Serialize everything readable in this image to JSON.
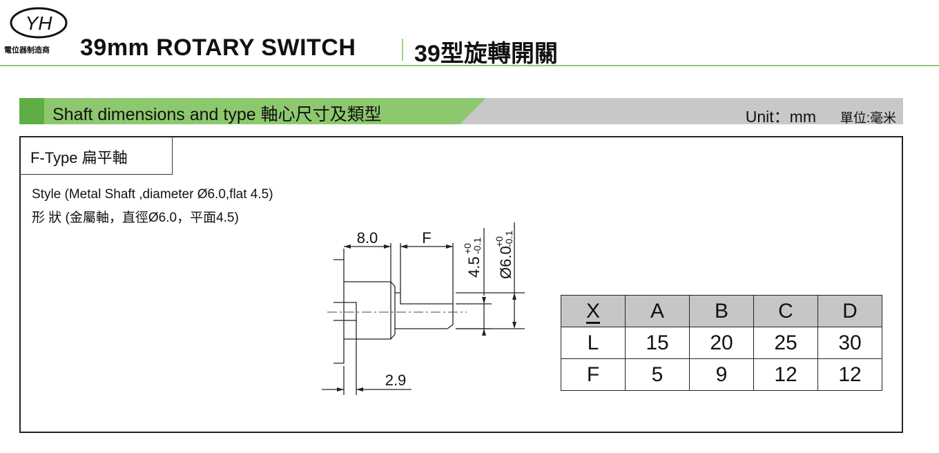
{
  "header": {
    "logo_text": "YH",
    "logo_caption": "電位器制造商",
    "title": "39mm ROTARY SWITCH",
    "title_cn": "39型旋轉開關"
  },
  "section": {
    "title": "Shaft dimensions and type   軸心尺寸及類型",
    "unit": "Unit：mm",
    "unit_cn": "單位:毫米"
  },
  "type_tab": {
    "label": "F-Type  扁平軸"
  },
  "style": {
    "en": "Style (Metal Shaft ,diameter Ø6.0,flat 4.5)",
    "cn": "形 狀 (金屬軸，直徑Ø6.0，平面4.5)"
  },
  "drawing": {
    "dim_a": "8.0",
    "dim_f": "F",
    "dim_flat": "4.5",
    "dim_flat_tol_upper": "+0",
    "dim_flat_tol_lower": "-0.1",
    "dim_dia": "Ø6.0",
    "dim_dia_tol_upper": "+0",
    "dim_dia_tol_lower": "-0.1",
    "dim_bottom": "2.9"
  },
  "table": {
    "header": [
      "X",
      "A",
      "B",
      "C",
      "D"
    ],
    "rows": [
      [
        "L",
        "15",
        "20",
        "25",
        "30"
      ],
      [
        "F",
        "5",
        "9",
        "12",
        "12"
      ]
    ]
  }
}
